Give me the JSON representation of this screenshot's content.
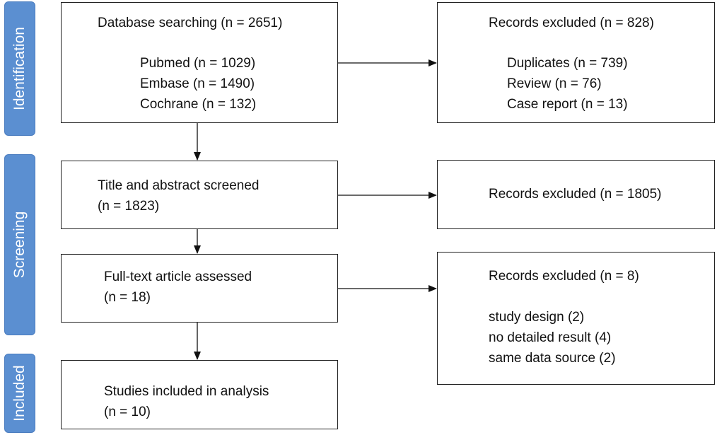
{
  "phases": {
    "identification": "Identification",
    "screening": "Screening",
    "included": "Included"
  },
  "identification_box": {
    "title": "Database searching (n = 2651)",
    "items": [
      "Pubmed (n = 1029)",
      "Embase (n = 1490)",
      "Cochrane (n = 132)"
    ]
  },
  "excluded_1": {
    "title": "Records excluded (n = 828)",
    "items": [
      "Duplicates (n = 739)",
      "Review (n = 76)",
      "Case report (n = 13)"
    ]
  },
  "screened_box": {
    "line1": "Title and abstract screened",
    "line2": "(n = 1823)"
  },
  "excluded_2": {
    "title": "Records excluded (n = 1805)"
  },
  "fulltext_box": {
    "line1": "Full-text article assessed",
    "line2": "(n = 18)"
  },
  "excluded_3": {
    "title": "Records excluded (n = 8)",
    "items": [
      "study design (2)",
      "no detailed result (4)",
      "same data source (2)"
    ]
  },
  "included_box": {
    "line1": "Studies included in analysis",
    "line2": "(n = 10)"
  }
}
